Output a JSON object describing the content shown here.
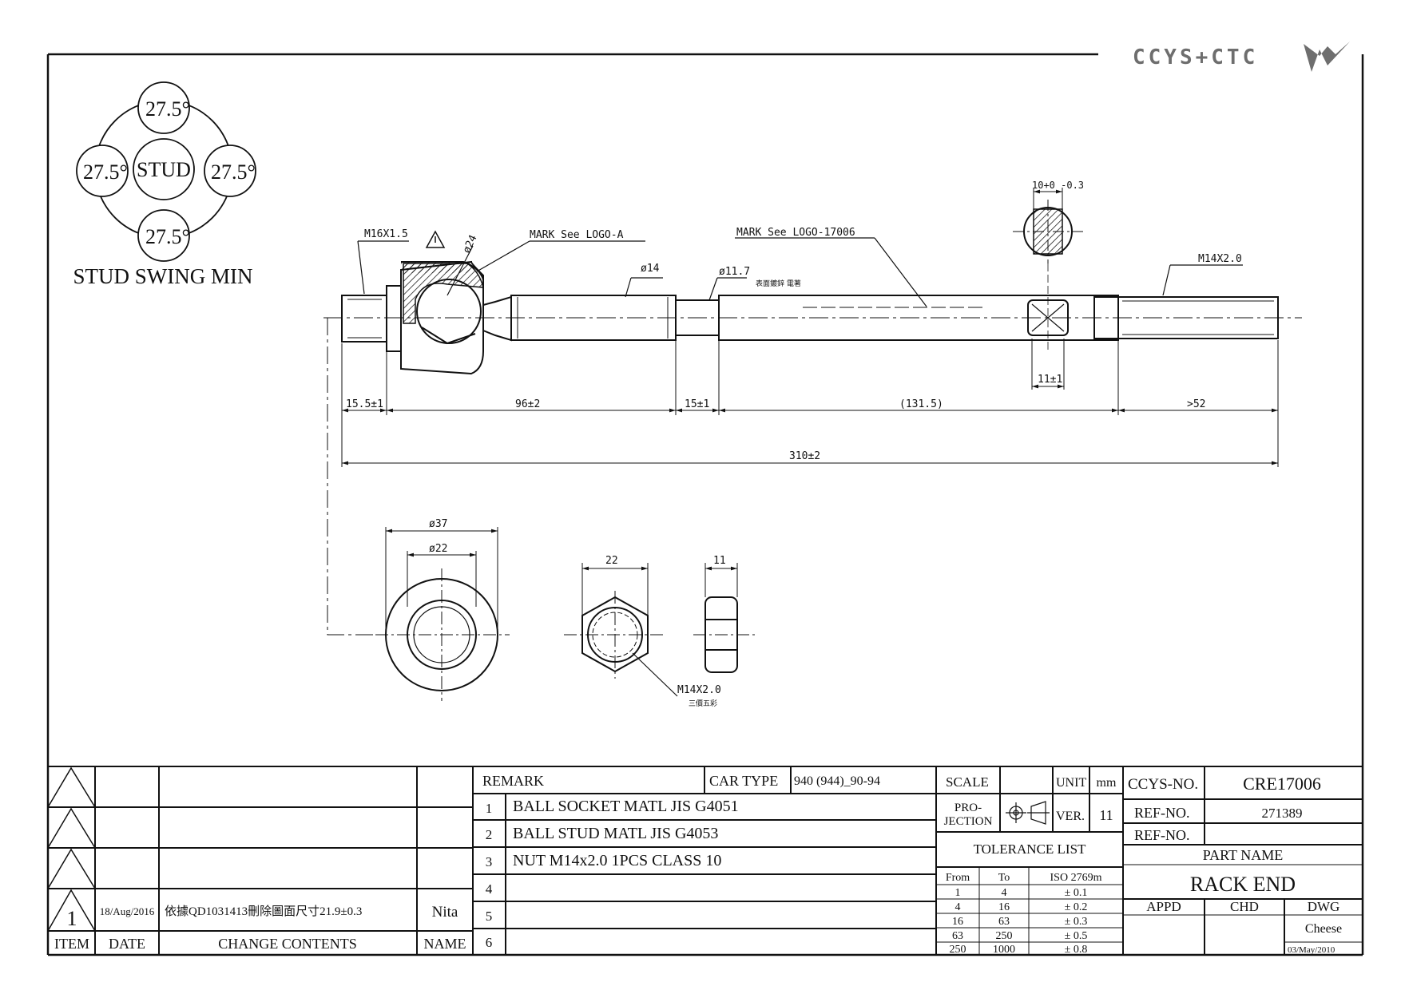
{
  "brand": {
    "logo_text": "CCYS+CTC"
  },
  "stud_swing": {
    "center_label": "STUD",
    "top": "27.5°",
    "left": "27.5°",
    "right": "27.5°",
    "bottom": "27.5°",
    "title": "STUD SWING MIN"
  },
  "labels": {
    "m16": "M16X1.5",
    "d24": "ø24",
    "mark_logo_a": "MARK See LOGO-A",
    "d14": "ø14",
    "d11_7": "ø11.7",
    "mark_logo_17006": "MARK See LOGO-17006",
    "surface_note": "表面鍍鋅 電著",
    "flat_tol": "10+0 -0.3",
    "m14_thread": "M14X2.0",
    "flat_width": "11±1"
  },
  "dimensions": {
    "d1": "15.5±1",
    "d2": "96±2",
    "d3": "15±1",
    "d4": "(131.5)",
    "d5": ">52",
    "total": "310±2",
    "d37": "ø37",
    "d22": "ø22",
    "hex_22": "22",
    "hex_11": "11",
    "nut_thread": "M14X2.0",
    "nut_note": "三價五彩"
  },
  "revision_table": {
    "rows": [
      {
        "item": "",
        "date": "",
        "contents": "",
        "name": ""
      },
      {
        "item": "",
        "date": "",
        "contents": "",
        "name": ""
      },
      {
        "item": "",
        "date": "",
        "contents": "",
        "name": ""
      },
      {
        "item": "1",
        "date": "18/Aug/2016",
        "contents": "依據QD1031413刪除圖面尺寸21.9±0.3",
        "name": "Nita"
      }
    ],
    "headers": {
      "item": "ITEM",
      "date": "DATE",
      "contents": "CHANGE CONTENTS",
      "name": "NAME"
    }
  },
  "remark_table": {
    "remark": "REMARK",
    "car_type_label": "CAR TYPE",
    "car_type": "940 (944)_90-94",
    "rows": [
      {
        "no": "1",
        "text": "BALL SOCKET MATL JIS G4051"
      },
      {
        "no": "2",
        "text": "BALL STUD MATL JIS G4053"
      },
      {
        "no": "3",
        "text": "NUT M14x2.0 1PCS CLASS 10"
      },
      {
        "no": "4",
        "text": ""
      },
      {
        "no": "5",
        "text": ""
      },
      {
        "no": "6",
        "text": ""
      }
    ]
  },
  "title_block": {
    "scale_label": "SCALE",
    "scale": "",
    "unit_label": "UNIT",
    "unit": "mm",
    "ccys_label": "CCYS-NO.",
    "ccys_no": "CRE17006",
    "projection_label_1": "PRO-",
    "projection_label_2": "JECTION",
    "ver_label": "VER.",
    "ver": "11",
    "ref_label_1": "REF-NO.",
    "ref_no_1": "271389",
    "ref_label_2": "REF-NO.",
    "ref_no_2": "",
    "tolerance_title": "TOLERANCE LIST",
    "part_name_label": "PART NAME",
    "part_name": "RACK END",
    "tol_headers": {
      "from": "From",
      "to": "To",
      "iso": "ISO 2769m"
    },
    "tolerances": [
      {
        "from": "1",
        "to": "4",
        "tol": "± 0.1"
      },
      {
        "from": "4",
        "to": "16",
        "tol": "± 0.2"
      },
      {
        "from": "16",
        "to": "63",
        "tol": "± 0.3"
      },
      {
        "from": "63",
        "to": "250",
        "tol": "± 0.5"
      },
      {
        "from": "250",
        "to": "1000",
        "tol": "± 0.8"
      }
    ],
    "appd": "APPD",
    "chd": "CHD",
    "dwg": "DWG",
    "drawn_by": "Cheese",
    "drawn_date": "03/May/2010"
  },
  "colors": {
    "ink": "#111111",
    "logo": "#6e6e6e",
    "paper": "#ffffff"
  }
}
